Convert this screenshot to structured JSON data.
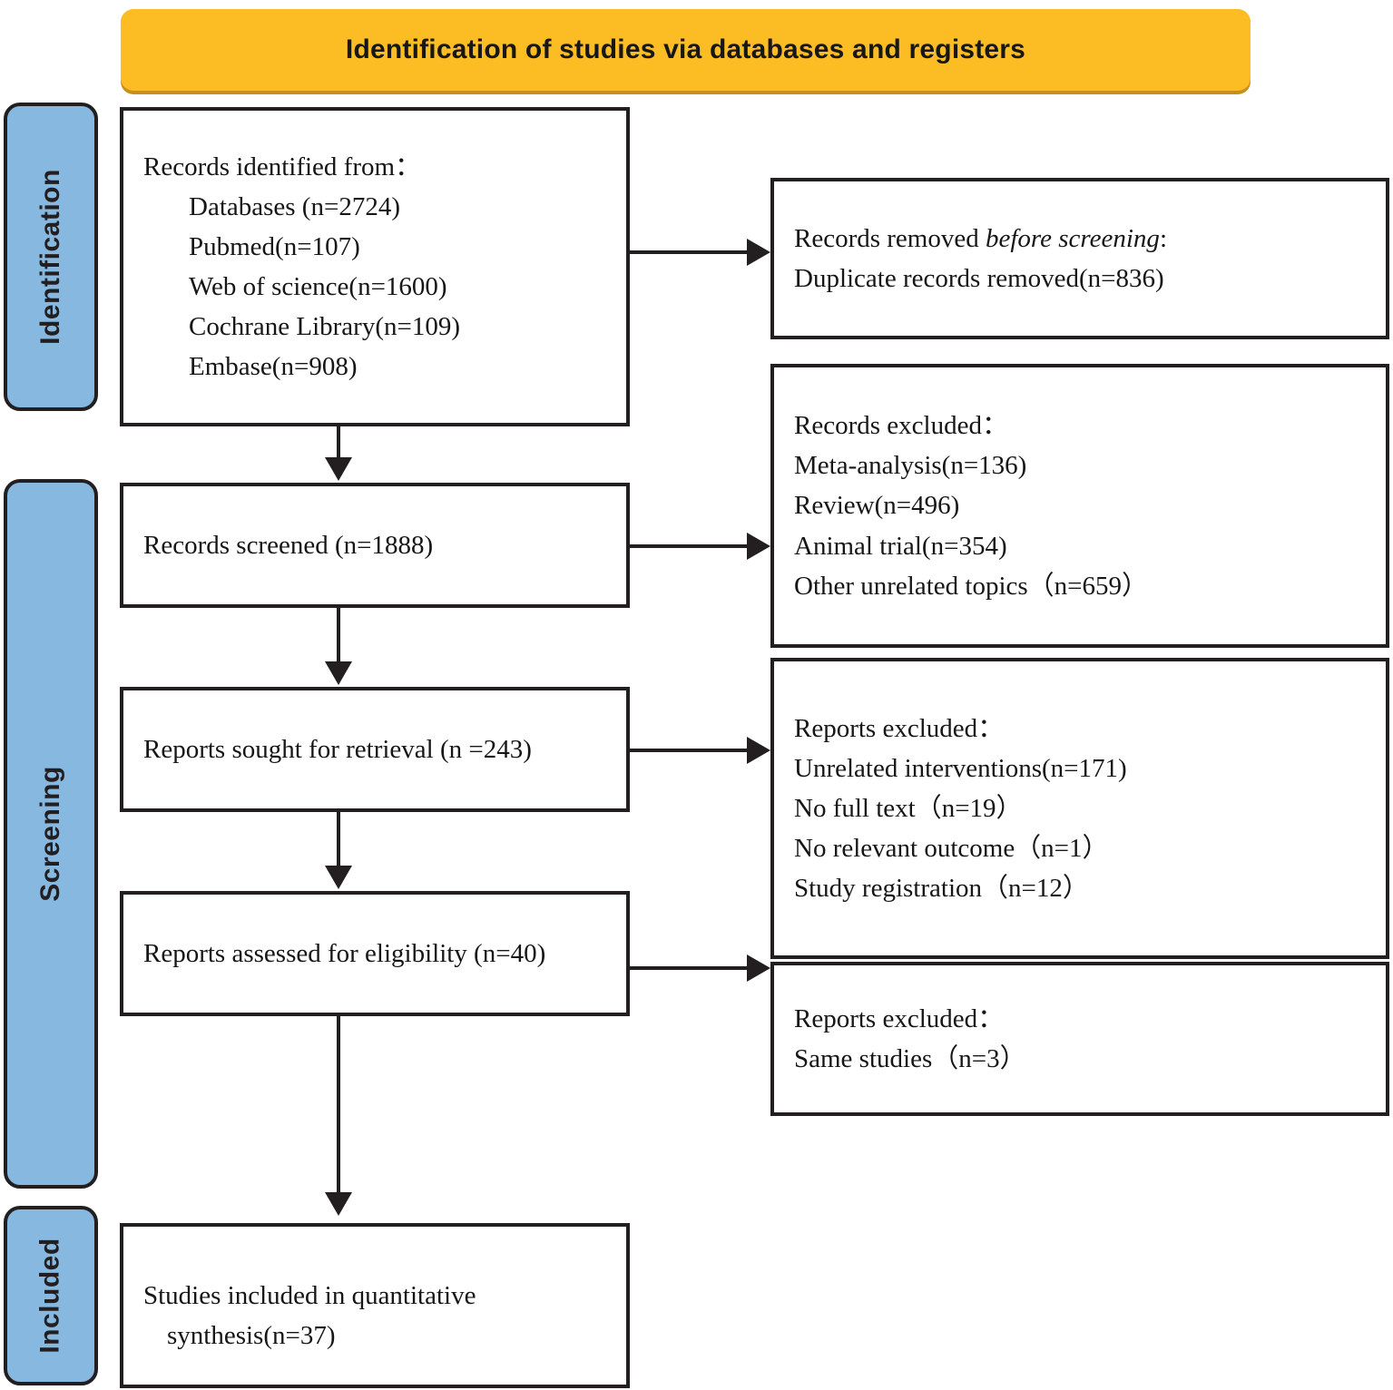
{
  "header": {
    "title": "Identification of studies via databases and registers",
    "background_color": "#FBBC24"
  },
  "phases": {
    "accent_color": "#86B8E0",
    "items": [
      {
        "label": "Identification"
      },
      {
        "label": "Screening"
      },
      {
        "label": "Included"
      }
    ]
  },
  "flow": {
    "identified": {
      "title": "Records identified from：",
      "sources": [
        "Databases (n=2724)",
        "Pubmed(n=107)",
        "Web of science(n=1600)",
        "Cochrane Library(n=109)",
        "Embase(n=908)"
      ]
    },
    "removed_before_screening": {
      "title_prefix": "Records removed ",
      "title_italic": "before screening",
      "title_suffix": ":",
      "items": [
        "Duplicate records removed(n=836)"
      ]
    },
    "records_screened": {
      "label": "Records screened (n=1888)"
    },
    "records_excluded": {
      "title": "Records excluded：",
      "items": [
        "Meta-analysis(n=136)",
        "Review(n=496)",
        "Animal trial(n=354)",
        "Other unrelated topics（n=659）"
      ]
    },
    "reports_sought": {
      "label": "Reports sought for retrieval (n =243)"
    },
    "reports_excluded_1": {
      "title": "Reports excluded：",
      "items": [
        "Unrelated interventions(n=171)",
        "No full text（n=19）",
        "No relevant outcome（n=1）",
        "Study registration（n=12）"
      ]
    },
    "reports_assessed": {
      "label": "Reports assessed for eligibility (n=40)"
    },
    "reports_excluded_2": {
      "title": "Reports excluded：",
      "items": [
        "Same studies（n=3）"
      ]
    },
    "studies_included": {
      "line1": "Studies included in quantitative",
      "line2": "synthesis(n=37)"
    }
  }
}
